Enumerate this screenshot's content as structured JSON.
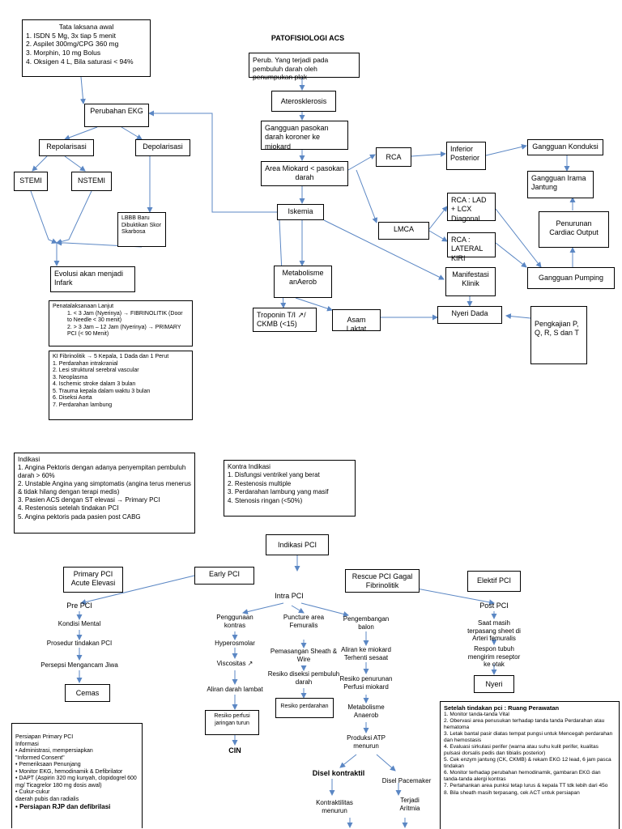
{
  "title": "PATOFISIOLOGI ACS",
  "tata": {
    "heading": "Tata laksana awal",
    "items": [
      "1. ISDN 5 Mg, 3x tiap 5 menit",
      "2. Aspilet 300mg/CPG 360 mg",
      "3. Morphin, 10 mg Bolus",
      "4. Oksigen 4 L, Bila saturasi < 94%"
    ]
  },
  "nodes": {
    "perub": "Perub. Yang terjadi pada pembuluh darah oleh penumpukan plak",
    "ateros": "Aterosklerosis",
    "gangguan_pasokan": "Gangguan pasokan darah koroner ke miokard",
    "area_miokard": "Area Miokard < pasokan darah",
    "iskemia": "Iskemia",
    "perubahan_ekg": "Perubahan EKG",
    "repolarisasi": "Repolarisasi",
    "depolarisasi": "Depolarisasi",
    "stemi": "STEMI",
    "nstemi": "NSTEMI",
    "lbbb": "LBBB Baru Dibuktikan Skor Skarbosa",
    "evolusi": "Evolusi akan menjadi Infark",
    "rca": "RCA",
    "inferior": "Inferior Posterior",
    "konduksi": "Gangguan Konduksi",
    "irama": "Gangguan Irama Jantung",
    "cardiac_output": "Penurunan Cardiac Output",
    "pumping": "Gangguan Pumping",
    "lmca": "LMCA",
    "rca_lad": "RCA : LAD + LCX Diagonal",
    "rca_lateral": "RCA : LATERAL KIRI",
    "manifestasi": "Manifestasi Klinik",
    "nyeri_dada": "Nyeri Dada",
    "pengkajian": "Pengkajian P, Q, R, S dan T",
    "metabolisme": "Metabolisme anAerob",
    "troponin": "Troponin T/I ↗/ CKMB (<15)",
    "asam_laktat": "Asam Laktat"
  },
  "penatalaksanaan": {
    "heading": "Penatalaksanaan Lanjut",
    "items": [
      "1.  < 3 Jam (Nyerinya) → FIBRINOLITIK (Door to Needle < 30 menit)",
      "2.  > 3 Jam – 12 Jam (Nyerinya) → PRIMARY PCI (< 90 Menit)"
    ]
  },
  "ki": {
    "heading": "KI Fibrinolitik → 5 Kepala, 1 Dada dan 1 Perut",
    "items": [
      "1. Perdarahan intrakranial",
      "2. Lesi struktural serebral vascular",
      "3. Neoplasma",
      "4. Ischemic stroke dalam 3 bulan",
      "5. Trauma kepala dalam waktu 3 bulan",
      "6. Diseksi Aorta",
      "7. Perdarahan lambung"
    ]
  },
  "indikasi": {
    "heading": "Indikasi",
    "items": [
      "1. Angina Pektoris dengan adanya penyempitan pembuluh darah > 60%",
      "2. Unstable Angina yang simptomatis (angina terus menerus & tidak hilang dengan terapi medis)",
      "3. Pasien ACS dengan ST elevasi → Primary PCI",
      "4. Restenosis setelah tindakan PCI",
      "5. Angina pektoris pada pasien post CABG"
    ]
  },
  "kontra": {
    "heading": "Kontra Indikasi",
    "items": [
      "1. Disfungsi ventrikel yang berat",
      "2. Restenosis multiple",
      "3. Perdarahan lambung yang masif",
      "4. Stenosis ringan (<50%)"
    ]
  },
  "pci": {
    "indikasi_pci": "Indikasi PCI",
    "primary": "Primary PCI Acute Elevasi",
    "early": "Early PCI",
    "rescue": "Rescue PCI Gagal Fibrinolitik",
    "elektif": "Elektif PCI",
    "pre": "Pre PCI",
    "intra": "Intra PCI",
    "post": "Post PCI",
    "kondisi_mental": "Kondisi Mental",
    "prosedur": "Prosedur tindakan PCI",
    "persepsi": "Persepsi Mengancam Jiwa",
    "cemas": "Cemas",
    "penggunaan_kontras": "Penggunaan kontras",
    "hyperosmolar": "Hyperosmolar",
    "viscositas": "Viscositas ↗",
    "aliran_lambat": "Aliran darah lambat",
    "resiko_perfusi": "Resiko perfusi jaringan turun",
    "cin": "CIN",
    "puncture": "Puncture area Femuralis",
    "pemasangan": "Pemasangan Sheath & Wire",
    "resiko_diseksi": "Resiko diseksi pembuluh darah",
    "resiko_perdarahan": "Resiko perdarahan",
    "pengembangan": "Pengembangan balon",
    "aliran_miokard": "Aliran ke miokard Terhenti sesaat",
    "resiko_penurunan": "Resiko penurunan Perfusi miokard",
    "metabolisme": "Metabolisme Anaerob",
    "produksi_atp": "Produksi ATP menurun",
    "disel_kontraktil": "Disel kontraktil",
    "disel_pacemaker": "Disel Pacemaker",
    "kontraktilitas": "Kontraktilitas menurun",
    "aritmia": "Terjadi Aritmia",
    "saat_masih": "Saat masih terpasang sheet di Arteri femuralis",
    "respon": "Respon tubuh mengirim reseptor ke otak",
    "nyeri": "Nyeri"
  },
  "persiapan": {
    "heading": "Persiapan Primary PCI",
    "items": [
      "Informasi",
      "• Administrasi, mempersiapkan",
      "\"Informed Consent\"",
      "• Pemeriksaan Penunjang",
      "• Monitor EKG, hemodinamik & Defibrilator",
      "• DAPT (Aspirin 320 mg kunyah, clopidogrel 600 mg/ Ticagrelor 180 mg dosis awal)",
      "• Cukur-cukur",
      "daerah pubis dan radialis"
    ],
    "last": "• Persiapan RJP dan defibrilasi"
  },
  "setelah": {
    "heading": "Setelah tindakan pci : Ruang Perawatan",
    "items": [
      "1. Monitor tanda-tanda Vital",
      "2. Obervasi area penusukan terhadap tanda tanda Perdarahan atau hematoma",
      "3. Letak bantal pasir diatas tempat pungsi untuk Mencegah perdarahan dan hemostasis",
      "4. Evaluasi sirkulasi perifer (warna atau suhu kulit perifer, kualitas pulsasi dorsalis pedis dan tibialis posterior)",
      "5. Cek enzym jantung (CK, CKMB) & rekam EKG 12 lead, 6 jam pasca tindakan",
      "6. Monitor terhadap perubahan hemodinamik, gambaran EKG dan tanda-tanda alergi kontras",
      "7. Pertahankan area punksi tetap lurus & kepala TT tdk lebih dari 45o",
      "8. Bila sheath masih terpasang, cek ACT untuk persiapan"
    ]
  }
}
